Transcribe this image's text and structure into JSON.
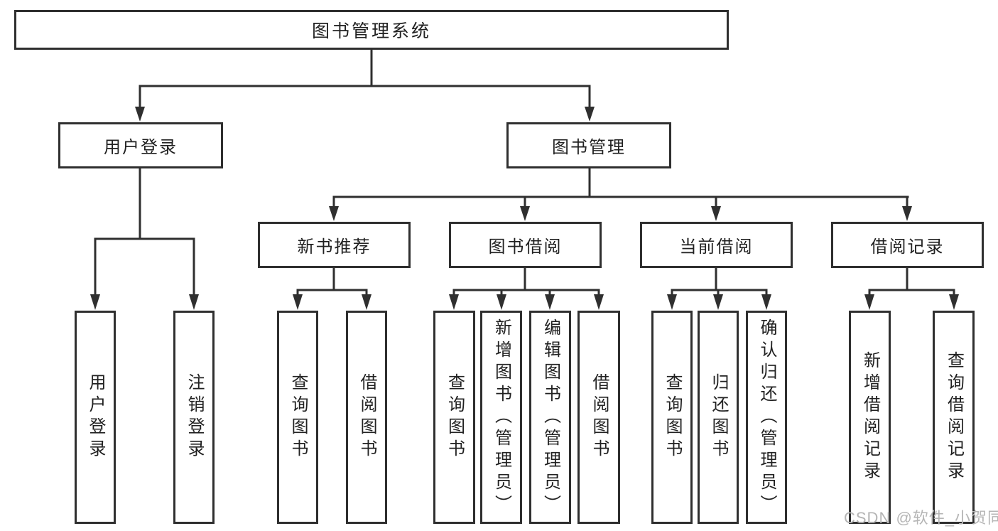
{
  "diagram_title": "图书管理系统",
  "colors": {
    "line": "#2f2f2f",
    "text": "#212121",
    "background": "#ffffff",
    "watermark": "#b5b5b5"
  },
  "tree": {
    "root": {
      "label": "图书管理系统",
      "children": [
        {
          "label": "用户登录",
          "children": [
            {
              "label": "用户登录"
            },
            {
              "label": "注销登录"
            }
          ]
        },
        {
          "label": "图书管理",
          "children": [
            {
              "label": "新书推荐",
              "children": [
                {
                  "label": "查询图书"
                },
                {
                  "label": "借阅图书"
                }
              ]
            },
            {
              "label": "图书借阅",
              "children": [
                {
                  "label": "查询图书"
                },
                {
                  "label": "新增图书（管理员）"
                },
                {
                  "label": "编辑图书（管理员）"
                },
                {
                  "label": "借阅图书"
                }
              ]
            },
            {
              "label": "当前借阅",
              "children": [
                {
                  "label": "查询图书"
                },
                {
                  "label": "归还图书"
                },
                {
                  "label": "确认归还（管理员）"
                }
              ]
            },
            {
              "label": "借阅记录",
              "children": [
                {
                  "label": "新增借阅记录"
                },
                {
                  "label": "查询借阅记录"
                }
              ]
            }
          ]
        }
      ]
    }
  },
  "watermark": "CSDN @软件_小贺同学"
}
